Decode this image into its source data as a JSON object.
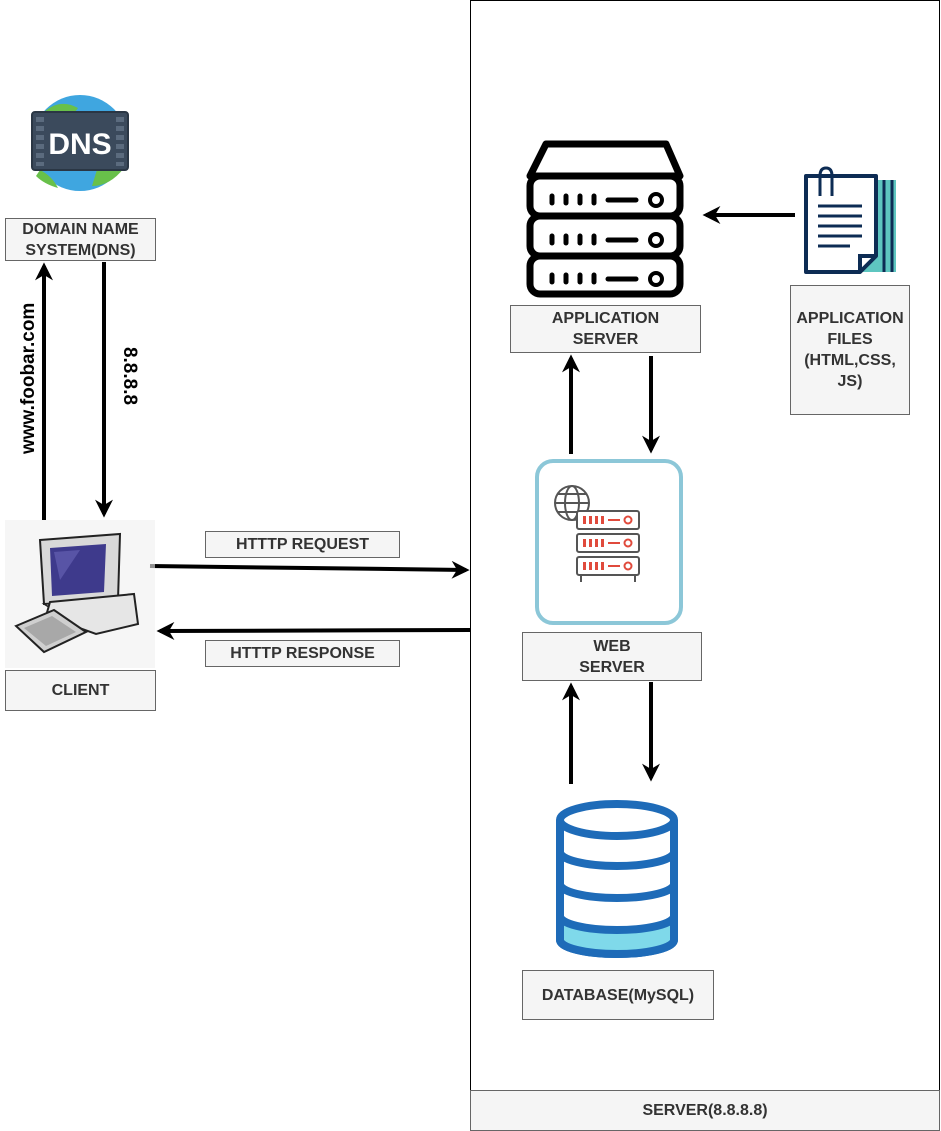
{
  "dns": {
    "icon_text": "DNS",
    "label": "DOMAIN NAME\nSYSTEM(DNS)"
  },
  "client": {
    "label": "CLIENT"
  },
  "edges": {
    "query": "www.foobar.com",
    "answer": "8.8.8.8",
    "request": "HTTTP REQUEST",
    "response": "HTTTP RESPONSE"
  },
  "server": {
    "label": "SERVER(8.8.8.8)",
    "app_server": "APPLICATION\nSERVER",
    "app_files": "APPLICATION\nFILES\n(HTML,CSS,\nJS)",
    "web_server": "WEB\nSERVER",
    "database": "DATABASE(MySQL)"
  },
  "colors": {
    "label_fill": "#f5f5f5",
    "label_border": "#666666",
    "database_blue": "#1e6bb8",
    "database_cyan": "#7fd9ea",
    "web_frame": "#8cc7d8",
    "server_red": "#e04a3c",
    "file_navy": "#0d2c54",
    "file_teal": "#5ec6c0",
    "dns_globe": "#3fa6e0",
    "dns_green": "#68c04a"
  }
}
